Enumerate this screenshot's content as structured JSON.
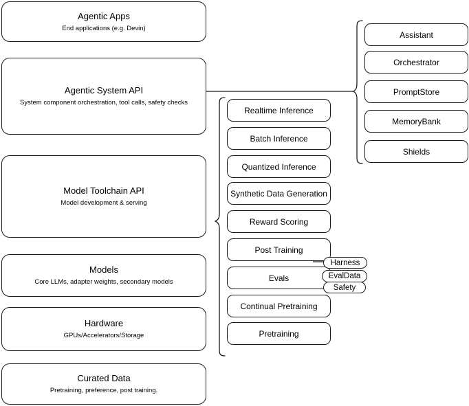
{
  "diagram": {
    "title": "AI stack layered architecture diagram",
    "stroke_color": "#1a1a1a",
    "background_color": "#ffffff"
  },
  "layers": [
    {
      "id": "agentic-apps",
      "title": "Agentic Apps",
      "subtitle": "End applications (e.g. Devin)"
    },
    {
      "id": "agentic-system-api",
      "title": "Agentic System API",
      "subtitle": "System component orchestration, tool calls, safety checks"
    },
    {
      "id": "model-toolchain-api",
      "title": "Model Toolchain API",
      "subtitle": "Model development & serving"
    },
    {
      "id": "models",
      "title": "Models",
      "subtitle": "Core LLMs, adapter weights, secondary models"
    },
    {
      "id": "hardware",
      "title": "Hardware",
      "subtitle": "GPUs/Accelerators/Storage"
    },
    {
      "id": "curated-data",
      "title": "Curated Data",
      "subtitle": "Pretraining, preference, post training."
    }
  ],
  "toolchain_components": [
    {
      "id": "realtime-inference",
      "label": "Realtime Inference"
    },
    {
      "id": "batch-inference",
      "label": "Batch Inference"
    },
    {
      "id": "quantized-inference",
      "label": "Quantized Inference"
    },
    {
      "id": "synthetic-data-generation",
      "label": "Synthetic Data Generation"
    },
    {
      "id": "reward-scoring",
      "label": "Reward Scoring"
    },
    {
      "id": "post-training",
      "label": "Post Training"
    },
    {
      "id": "evals",
      "label": "Evals"
    },
    {
      "id": "continual-pretraining",
      "label": "Continual Pretraining"
    },
    {
      "id": "pretraining",
      "label": "Pretraining"
    }
  ],
  "evals_subcomponents": [
    {
      "id": "harness",
      "label": "Harness"
    },
    {
      "id": "evaldata",
      "label": "EvalData"
    },
    {
      "id": "safety",
      "label": "Safety"
    }
  ],
  "system_components": [
    {
      "id": "assistant",
      "label": "Assistant"
    },
    {
      "id": "orchestrator",
      "label": "Orchestrator"
    },
    {
      "id": "promptstore",
      "label": "PromptStore"
    },
    {
      "id": "memorybank",
      "label": "MemoryBank"
    },
    {
      "id": "shields",
      "label": "Shields"
    }
  ]
}
